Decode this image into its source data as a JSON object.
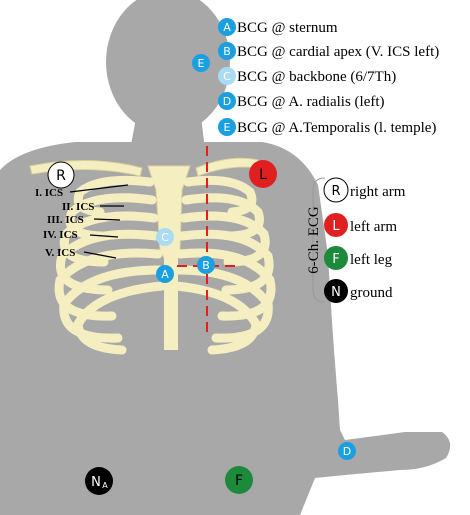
{
  "bcg_legend": [
    {
      "marker": "A",
      "text": "BCG @ sternum",
      "color": "#1a9fe0"
    },
    {
      "marker": "B",
      "text": "BCG @ cardial apex (V. ICS left)",
      "color": "#1a9fe0"
    },
    {
      "marker": "C",
      "text": "BCG @ backbone (6/7Th)",
      "color": "#a9dcf4"
    },
    {
      "marker": "D",
      "text": "BCG @ A. radialis (left)",
      "color": "#1a9fe0"
    },
    {
      "marker": "E",
      "text": "BCG @ A.Temporalis (l. temple)",
      "color": "#1a9fe0"
    }
  ],
  "ecg_legend": {
    "title": "6-Ch. ECG",
    "items": [
      {
        "marker": "R",
        "text": "right arm",
        "fill": "#ffffff",
        "text_color": "#000000"
      },
      {
        "marker": "L",
        "text": "left arm",
        "fill": "#e02020",
        "text_color": "#ffffff"
      },
      {
        "marker": "F",
        "text": "left leg",
        "fill": "#1c8a3a",
        "text_color": "#ffffff"
      },
      {
        "marker": "N",
        "text": "ground",
        "fill": "#000000",
        "text_color": "#ffffff"
      }
    ]
  },
  "ics_labels": [
    "I. ICS",
    "II. ICS",
    "III. ICS",
    "IV. ICS",
    "V. ICS"
  ],
  "body_markers": {
    "R": "R",
    "L": "L",
    "F": "F",
    "N": "N",
    "N_sub": "A",
    "A": "A",
    "B": "B",
    "C": "C",
    "D": "D",
    "E": "E"
  },
  "colors": {
    "body": "#a8a8a8",
    "bone": "#f4eec0",
    "bone_outline": "#dcd39a",
    "guide_line": "#e02020",
    "bcg_blue": "#1a9fe0",
    "bcg_light": "#a9dcf4"
  }
}
